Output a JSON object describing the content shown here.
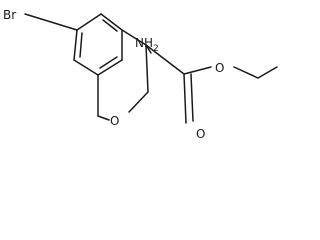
{
  "structure": {
    "atoms": {
      "bromine": "Br",
      "amine": "NH",
      "amine_subscript": "2",
      "ring_oxygen": "O",
      "carbonyl_oxygen": "O",
      "ester_oxygen": "O"
    }
  }
}
